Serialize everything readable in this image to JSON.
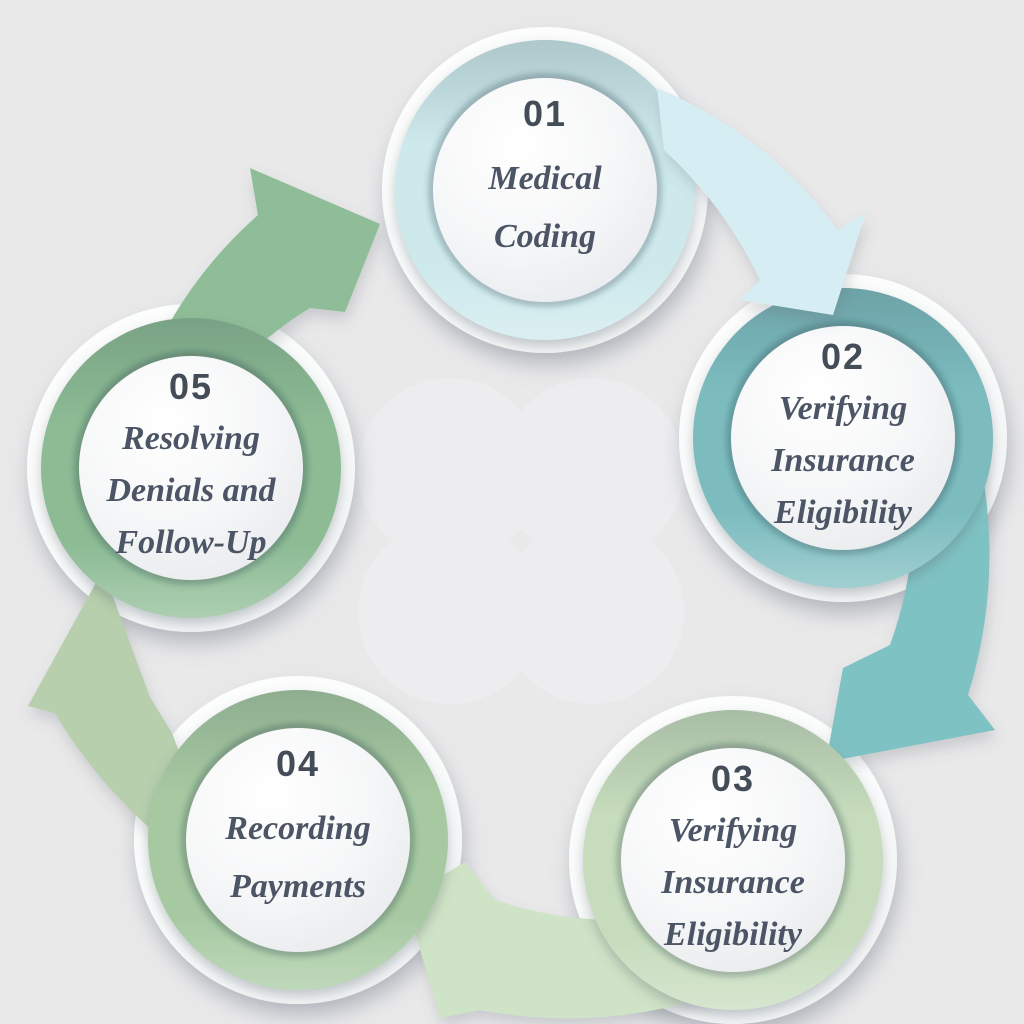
{
  "diagram": {
    "type": "circular-process-cycle",
    "direction": "clockwise",
    "background_color": "#e9e9ea",
    "number_color": "#434c57",
    "label_color": "#4c5565"
  },
  "steps": [
    {
      "number": "01",
      "label": "Medical Coding",
      "lines": [
        "Medical",
        "Coding"
      ],
      "ring_color": "#cde9ec",
      "arrow_color": "#d6eef3"
    },
    {
      "number": "02",
      "label": "Verifying Insurance Eligibility",
      "lines": [
        "Verifying",
        "Insurance",
        "Eligibility"
      ],
      "ring_color": "#7cbcbf",
      "arrow_color": "#7fc2c3"
    },
    {
      "number": "03",
      "label": "Verifying Insurance Eligibility",
      "lines": [
        "Verifying",
        "Insurance",
        "Eligibility"
      ],
      "ring_color": "#c6dcbc",
      "arrow_color": "#cfe3c6"
    },
    {
      "number": "04",
      "label": "Recording Payments",
      "lines": [
        "Recording",
        "Payments"
      ],
      "ring_color": "#a6c9a1",
      "arrow_color": "#b7cfad"
    },
    {
      "number": "05",
      "label": "Resolving Denials and Follow-Up",
      "lines": [
        "Resolving",
        "Denials and",
        "Follow-Up"
      ],
      "ring_color": "#8cbb94",
      "arrow_color": "#8fbd97"
    }
  ]
}
